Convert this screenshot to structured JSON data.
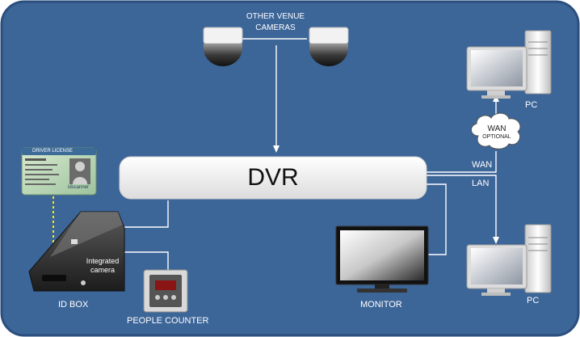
{
  "diagram": {
    "colors": {
      "background": "#3c6598",
      "frame": "#2b4f7e",
      "line": "#ffffff",
      "dashed": "#ffe600"
    },
    "labels": {
      "other_cameras_line1": "OTHER VENUE",
      "other_cameras_line2": "CAMERAS",
      "dvr": "DVR",
      "wan": "WAN",
      "lan": "LAN",
      "pc_top": "PC",
      "pc_bottom": "PC",
      "cloud_line1": "WAN",
      "cloud_line2": "OPTIONAL",
      "monitor": "MONITOR",
      "id_box": "ID BOX",
      "integrated_camera_line1": "Integrated",
      "integrated_camera_line2": "camera",
      "people_counter": "PEOPLE COUNTER"
    },
    "license": {
      "header": "DRIVER LICENSE",
      "brand": "idscanner"
    },
    "icons": [
      "dome-camera-icon",
      "pc-icon",
      "cloud-icon",
      "monitor-icon",
      "id-box-icon",
      "license-card-icon",
      "people-counter-icon"
    ]
  }
}
